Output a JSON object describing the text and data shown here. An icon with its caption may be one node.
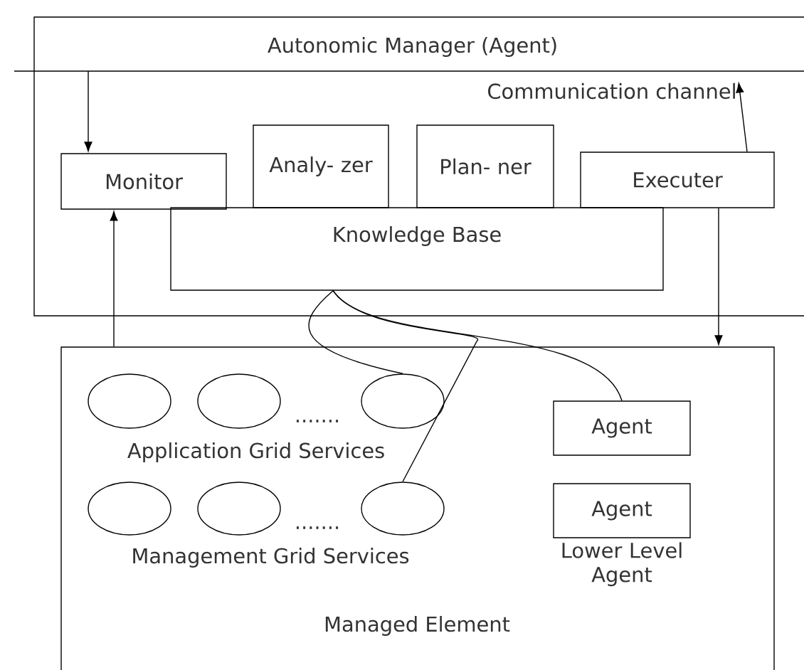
{
  "diagram": {
    "nodes": [
      {
        "text": [
          "Autonomic Manager (Agent)"
        ]
      },
      {
        "text": [
          "Communication channel"
        ],
        "in": 0
      },
      {
        "text": [
          "Monitor"
        ],
        "in": 0
      },
      {
        "text": [
          "Analy- zer"
        ],
        "in": 0
      },
      {
        "text": [
          "Plan- ner"
        ],
        "in": 0
      },
      {
        "text": [
          "Executer"
        ],
        "in": 0
      },
      {
        "text": [
          "Knowledge Base"
        ],
        "in": 0
      },
      {
        "text": [
          "Managed Element"
        ]
      },
      {
        "text": [],
        "shape": "ellipse",
        "in": 7
      },
      {
        "text": [],
        "shape": "ellipse",
        "in": 7
      },
      {
        "text": [],
        "shape": "ellipse",
        "in": 7
      },
      {
        "text": [],
        "shape": "ellipse",
        "in": 7
      },
      {
        "text": [],
        "shape": "ellipse",
        "in": 7
      },
      {
        "text": [],
        "shape": "ellipse",
        "in": 7
      },
      {
        "text": [
          "Agent"
        ],
        "in": 7
      },
      {
        "text": [
          "Agent"
        ],
        "beside": [
          "Lower Level Agent"
        ],
        "in": 7
      }
    ],
    "edges": [
      {
        "from": null,
        "to": 2,
        "arrow": "to"
      },
      {
        "from": 5,
        "to": 1,
        "arrow": "to"
      },
      {
        "from": 7,
        "to": 2,
        "arrow": "to"
      },
      {
        "from": 5,
        "to": 7,
        "arrow": "to"
      },
      {
        "from": 6,
        "to": 10,
        "arrow": "none"
      },
      {
        "from": 6,
        "to": 13,
        "arrow": "none"
      },
      {
        "from": 6,
        "to": 14,
        "arrow": "none"
      }
    ],
    "labels": [
      ".......",
      "Application Grid Services",
      ".......",
      "Management Grid Services"
    ]
  }
}
